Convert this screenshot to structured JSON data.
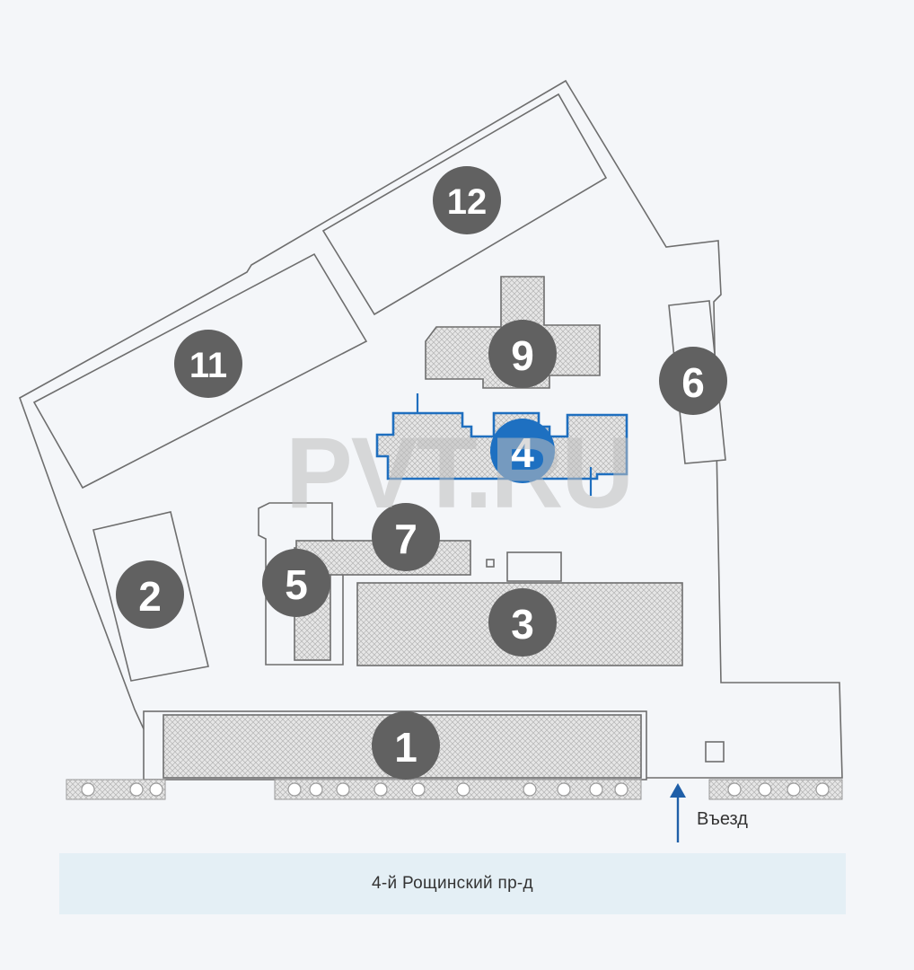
{
  "map": {
    "buildings": [
      {
        "id": "1",
        "label": "1",
        "selected": false
      },
      {
        "id": "2",
        "label": "2",
        "selected": false
      },
      {
        "id": "3",
        "label": "3",
        "selected": false
      },
      {
        "id": "4",
        "label": "4",
        "selected": true
      },
      {
        "id": "5",
        "label": "5",
        "selected": false
      },
      {
        "id": "6",
        "label": "6",
        "selected": false
      },
      {
        "id": "7",
        "label": "7",
        "selected": false
      },
      {
        "id": "9",
        "label": "9",
        "selected": false
      },
      {
        "id": "11",
        "label": "11",
        "selected": false
      },
      {
        "id": "12",
        "label": "12",
        "selected": false
      }
    ],
    "entry_label": "Въезд",
    "street_label": "4-й Рощинский пр-д",
    "watermark": "PVT.RU",
    "colors": {
      "selected": "#1e70c1",
      "marker": "#616161",
      "street_bar": "#e4eff5",
      "entry_arrow": "#1f5fa8"
    }
  }
}
